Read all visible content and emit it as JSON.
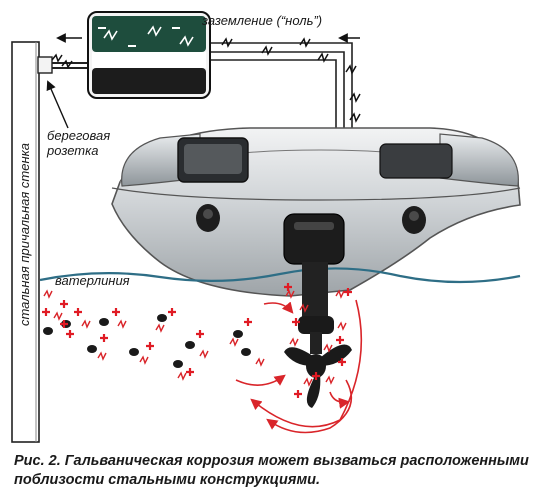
{
  "labels": {
    "ground": "заземление (“ноль”)",
    "socket": "береговая розетка",
    "waterline": "ватерлиния",
    "wall": "стальная причальная стенка"
  },
  "caption": "Рис. 2.  Гальваническая коррозия может вызваться расположенными поблизости стальными конструкциями.",
  "colors": {
    "ion_plus": "#e01b24",
    "ion_dark": "#1a1a1a",
    "current_arrows": "#d9252a",
    "hull": "#cdd0d3",
    "water": "#2e6e86"
  }
}
